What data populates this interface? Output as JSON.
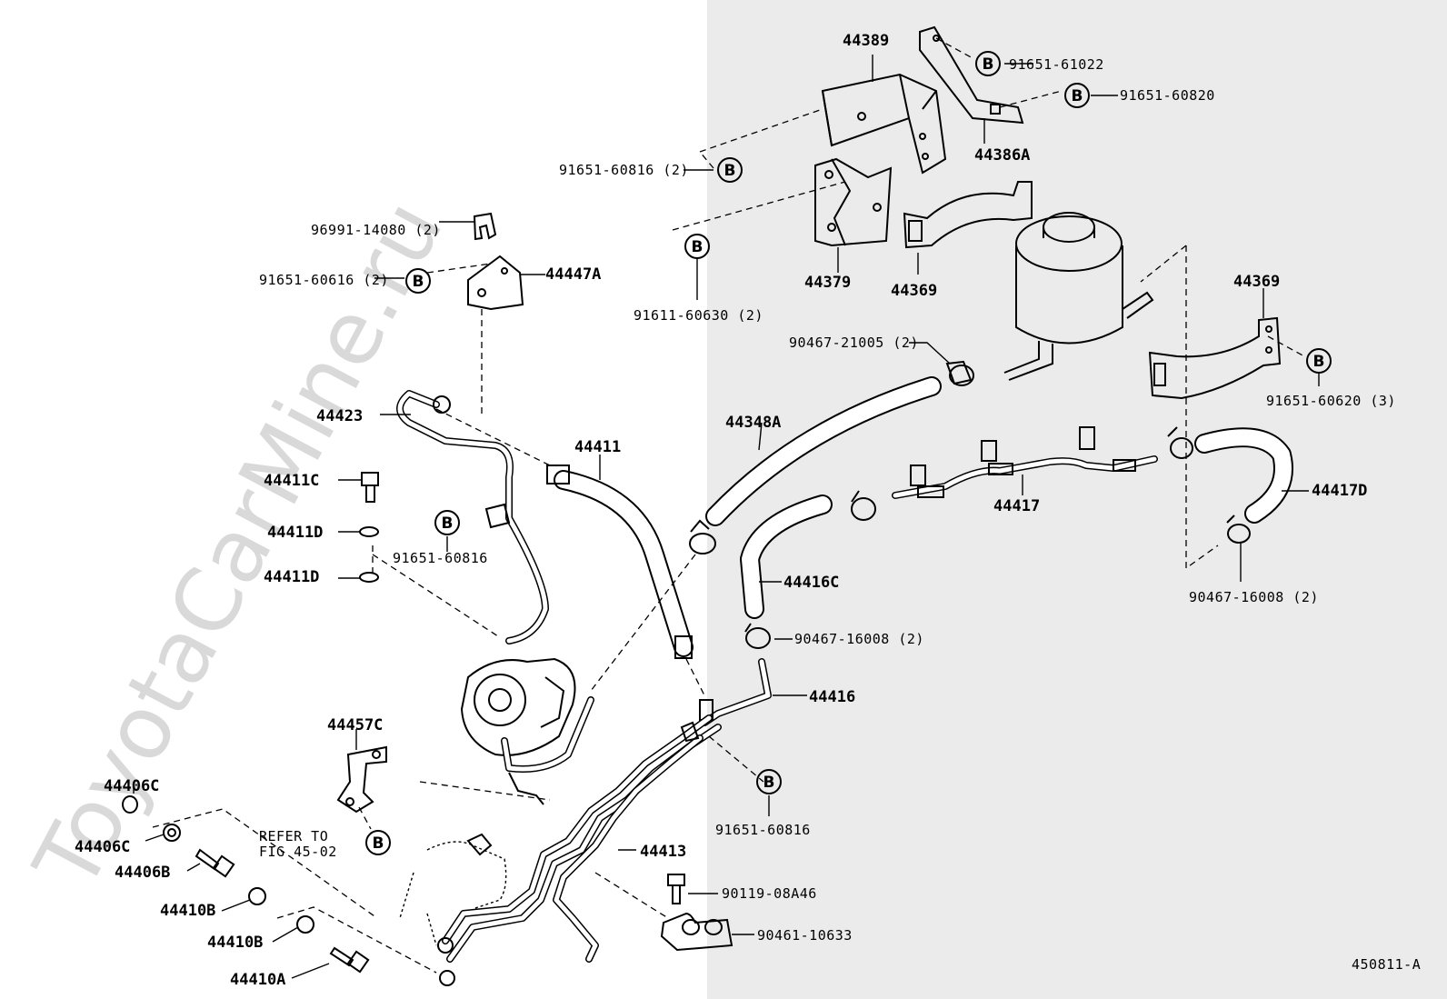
{
  "watermark": "ToyotaCarMine.ru",
  "figure_id": "450811-A",
  "refer_note": {
    "line1": "REFER TO",
    "line2": "FIG 45-02"
  },
  "bolt_symbol": "B",
  "labels": {
    "p44389": "44389",
    "p44386A": "44386A",
    "p91651_61022": "91651-61022",
    "p91651_60820": "91651-60820",
    "p91651_60816_2": "91651-60816 (2)",
    "p96991_14080": "96991-14080 (2)",
    "p91651_60616": "91651-60616 (2)",
    "p44447A": "44447A",
    "p91611_60630": "91611-60630 (2)",
    "p44379": "44379",
    "p44369a": "44369",
    "p44369b": "44369",
    "p90467_21005": "90467-21005 (2)",
    "p91651_60620": "91651-60620 (3)",
    "p44423": "44423",
    "p44411": "44411",
    "p44348A": "44348A",
    "p44411C": "44411C",
    "p44411Da": "44411D",
    "p44411Db": "44411D",
    "p91651_60816a": "91651-60816",
    "p44417": "44417",
    "p44417D": "44417D",
    "p44416C": "44416C",
    "p90467_16008a": "90467-16008 (2)",
    "p90467_16008b": "90467-16008 (2)",
    "p44416": "44416",
    "p44457C": "44457C",
    "p44406C_a": "44406C",
    "p44406C_b": "44406C",
    "p44406B": "44406B",
    "p91651_60816b": "91651-60816",
    "p44413": "44413",
    "p90119_08A46": "90119-08A46",
    "p90461_10633": "90461-10633",
    "p44410B_a": "44410B",
    "p44410B_b": "44410B",
    "p44410A": "44410A"
  }
}
